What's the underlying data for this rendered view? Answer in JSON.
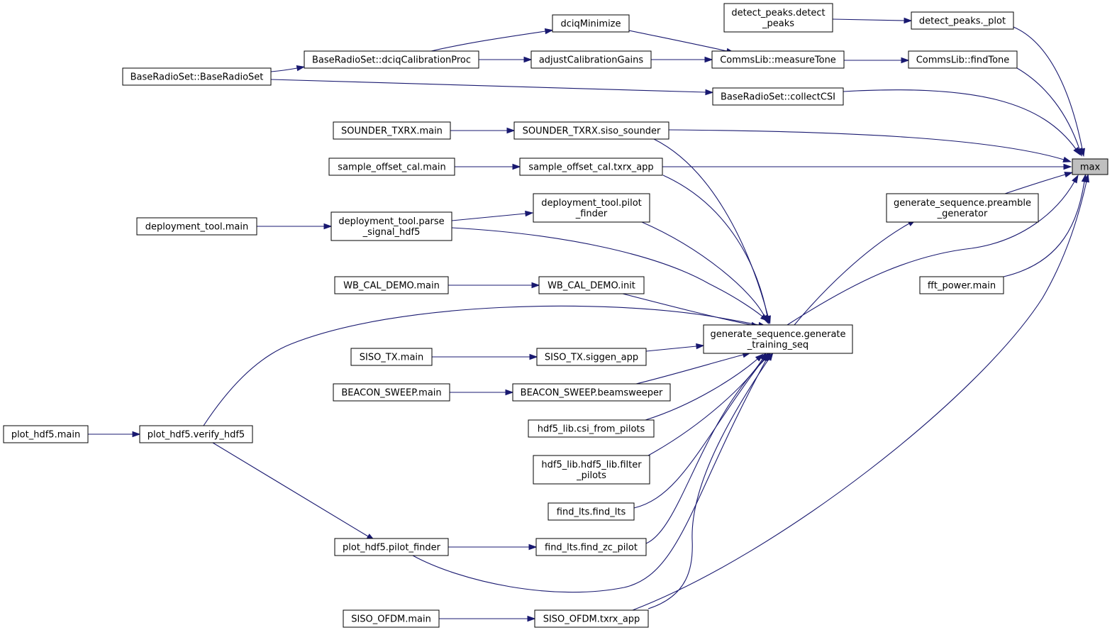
{
  "graph": {
    "nodes": [
      {
        "id": "max",
        "label": "max",
        "highlight": true
      },
      {
        "id": "detect_peaks_plot",
        "label": "detect_peaks._plot"
      },
      {
        "id": "detect_peaks_detect_peaks",
        "label": "detect_peaks.detect\n_peaks"
      },
      {
        "id": "commslib_findtone",
        "label": "CommsLib::findTone"
      },
      {
        "id": "commslib_measuretone",
        "label": "CommsLib::measureTone"
      },
      {
        "id": "dciqminimize",
        "label": "dciqMinimize"
      },
      {
        "id": "adjustcalibrationgains",
        "label": "adjustCalibrationGains"
      },
      {
        "id": "baseradioset_dciqcalibrationproc",
        "label": "BaseRadioSet::dciqCalibrationProc"
      },
      {
        "id": "baseradioset_baseradioset",
        "label": "BaseRadioSet::BaseRadioSet"
      },
      {
        "id": "baseradioset_collectcsi",
        "label": "BaseRadioSet::collectCSI"
      },
      {
        "id": "sounder_txrx_siso_sounder",
        "label": "SOUNDER_TXRX.siso_sounder"
      },
      {
        "id": "sounder_txrx_main",
        "label": "SOUNDER_TXRX.main"
      },
      {
        "id": "sample_offset_cal_txrx_app",
        "label": "sample_offset_cal.txrx_app"
      },
      {
        "id": "sample_offset_cal_main",
        "label": "sample_offset_cal.main"
      },
      {
        "id": "generate_sequence_preamble_generator",
        "label": "generate_sequence.preamble\n_generator"
      },
      {
        "id": "deployment_tool_pilot_finder",
        "label": "deployment_tool.pilot\n_finder"
      },
      {
        "id": "deployment_tool_parse_signal_hdf5",
        "label": "deployment_tool.parse\n_signal_hdf5"
      },
      {
        "id": "deployment_tool_main",
        "label": "deployment_tool.main"
      },
      {
        "id": "fft_power_main",
        "label": "fft_power.main"
      },
      {
        "id": "wb_cal_demo_init",
        "label": "WB_CAL_DEMO.init"
      },
      {
        "id": "wb_cal_demo_main",
        "label": "WB_CAL_DEMO.main"
      },
      {
        "id": "generate_sequence_generate_training_seq",
        "label": "generate_sequence.generate\n_training_seq"
      },
      {
        "id": "siso_tx_siggen_app",
        "label": "SISO_TX.siggen_app"
      },
      {
        "id": "siso_tx_main",
        "label": "SISO_TX.main"
      },
      {
        "id": "beacon_sweep_beamsweeper",
        "label": "BEACON_SWEEP.beamsweeper"
      },
      {
        "id": "beacon_sweep_main",
        "label": "BEACON_SWEEP.main"
      },
      {
        "id": "hdf5_lib_csi_from_pilots",
        "label": "hdf5_lib.csi_from_pilots"
      },
      {
        "id": "hdf5_lib_filter_pilots",
        "label": "hdf5_lib.hdf5_lib.filter\n_pilots"
      },
      {
        "id": "find_lts_find_lts",
        "label": "find_lts.find_lts"
      },
      {
        "id": "find_lts_find_zc_pilot",
        "label": "find_lts.find_zc_pilot"
      },
      {
        "id": "plot_hdf5_verify_hdf5",
        "label": "plot_hdf5.verify_hdf5"
      },
      {
        "id": "plot_hdf5_main",
        "label": "plot_hdf5.main"
      },
      {
        "id": "plot_hdf5_pilot_finder",
        "label": "plot_hdf5.pilot_finder"
      },
      {
        "id": "siso_ofdm_txrx_app",
        "label": "SISO_OFDM.txrx_app"
      },
      {
        "id": "siso_ofdm_main",
        "label": "SISO_OFDM.main"
      }
    ],
    "edges": [
      {
        "from": "detect_peaks_detect_peaks",
        "to": "detect_peaks_plot"
      },
      {
        "from": "detect_peaks_plot",
        "to": "max"
      },
      {
        "from": "commslib_measuretone",
        "to": "commslib_findtone"
      },
      {
        "from": "commslib_findtone",
        "to": "max"
      },
      {
        "from": "dciqminimize",
        "to": "commslib_measuretone"
      },
      {
        "from": "adjustcalibrationgains",
        "to": "commslib_measuretone"
      },
      {
        "from": "baseradioset_dciqcalibrationproc",
        "to": "dciqminimize"
      },
      {
        "from": "baseradioset_dciqcalibrationproc",
        "to": "adjustcalibrationgains"
      },
      {
        "from": "baseradioset_baseradioset",
        "to": "baseradioset_dciqcalibrationproc"
      },
      {
        "from": "baseradioset_baseradioset",
        "to": "baseradioset_collectcsi"
      },
      {
        "from": "baseradioset_collectcsi",
        "to": "max"
      },
      {
        "from": "sounder_txrx_main",
        "to": "sounder_txrx_siso_sounder"
      },
      {
        "from": "sounder_txrx_siso_sounder",
        "to": "max"
      },
      {
        "from": "sample_offset_cal_main",
        "to": "sample_offset_cal_txrx_app"
      },
      {
        "from": "sample_offset_cal_txrx_app",
        "to": "max"
      },
      {
        "from": "generate_sequence_preamble_generator",
        "to": "max"
      },
      {
        "from": "generate_sequence_generate_training_seq",
        "to": "generate_sequence_preamble_generator"
      },
      {
        "from": "generate_sequence_generate_training_seq",
        "to": "max"
      },
      {
        "from": "fft_power_main",
        "to": "max"
      },
      {
        "from": "siso_ofdm_txrx_app",
        "to": "max"
      },
      {
        "from": "sounder_txrx_siso_sounder",
        "to": "generate_sequence_generate_training_seq"
      },
      {
        "from": "sample_offset_cal_txrx_app",
        "to": "generate_sequence_generate_training_seq"
      },
      {
        "from": "deployment_tool_pilot_finder",
        "to": "generate_sequence_generate_training_seq"
      },
      {
        "from": "deployment_tool_parse_signal_hdf5",
        "to": "deployment_tool_pilot_finder"
      },
      {
        "from": "deployment_tool_parse_signal_hdf5",
        "to": "generate_sequence_generate_training_seq"
      },
      {
        "from": "deployment_tool_main",
        "to": "deployment_tool_parse_signal_hdf5"
      },
      {
        "from": "wb_cal_demo_main",
        "to": "wb_cal_demo_init"
      },
      {
        "from": "wb_cal_demo_init",
        "to": "generate_sequence_generate_training_seq"
      },
      {
        "from": "plot_hdf5_verify_hdf5",
        "to": "generate_sequence_generate_training_seq"
      },
      {
        "from": "siso_tx_main",
        "to": "siso_tx_siggen_app"
      },
      {
        "from": "siso_tx_siggen_app",
        "to": "generate_sequence_generate_training_seq"
      },
      {
        "from": "beacon_sweep_main",
        "to": "beacon_sweep_beamsweeper"
      },
      {
        "from": "beacon_sweep_beamsweeper",
        "to": "generate_sequence_generate_training_seq"
      },
      {
        "from": "hdf5_lib_csi_from_pilots",
        "to": "generate_sequence_generate_training_seq"
      },
      {
        "from": "hdf5_lib_filter_pilots",
        "to": "generate_sequence_generate_training_seq"
      },
      {
        "from": "find_lts_find_lts",
        "to": "generate_sequence_generate_training_seq"
      },
      {
        "from": "find_lts_find_zc_pilot",
        "to": "generate_sequence_generate_training_seq"
      },
      {
        "from": "plot_hdf5_pilot_finder",
        "to": "find_lts_find_zc_pilot"
      },
      {
        "from": "plot_hdf5_pilot_finder",
        "to": "generate_sequence_generate_training_seq"
      },
      {
        "from": "siso_ofdm_txrx_app",
        "to": "generate_sequence_generate_training_seq"
      },
      {
        "from": "siso_ofdm_main",
        "to": "siso_ofdm_txrx_app"
      },
      {
        "from": "plot_hdf5_main",
        "to": "plot_hdf5_verify_hdf5"
      },
      {
        "from": "plot_hdf5_verify_hdf5",
        "to": "plot_hdf5_pilot_finder"
      }
    ]
  }
}
